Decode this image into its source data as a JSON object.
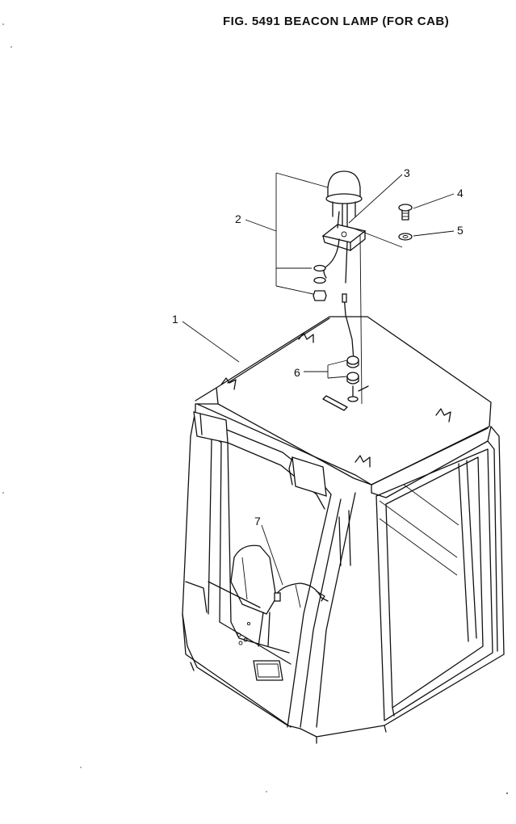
{
  "title": "FIG. 5491  BEACON LAMP (FOR CAB)",
  "callouts": [
    {
      "id": "1",
      "label": "1"
    },
    {
      "id": "2",
      "label": "2"
    },
    {
      "id": "3",
      "label": "3"
    },
    {
      "id": "4",
      "label": "4"
    },
    {
      "id": "5",
      "label": "5"
    },
    {
      "id": "6",
      "label": "6"
    },
    {
      "id": "7",
      "label": "7"
    }
  ]
}
